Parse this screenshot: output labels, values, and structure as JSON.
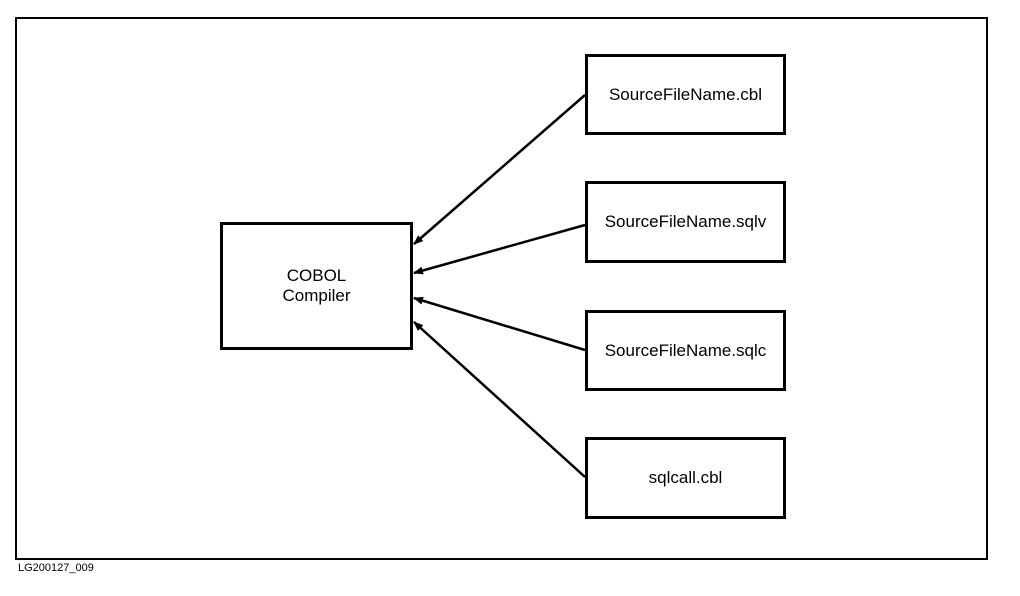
{
  "diagram": {
    "compiler": {
      "line1": "COBOL",
      "line2": "Compiler"
    },
    "sources": [
      {
        "label": "SourceFileName.cbl"
      },
      {
        "label": "SourceFileName.sqlv"
      },
      {
        "label": "SourceFileName.sqlc"
      },
      {
        "label": "sqlcall.cbl"
      }
    ],
    "edges": [
      {
        "from": "SourceFileName.cbl",
        "to": "COBOL Compiler"
      },
      {
        "from": "SourceFileName.sqlv",
        "to": "COBOL Compiler"
      },
      {
        "from": "SourceFileName.sqlc",
        "to": "COBOL Compiler"
      },
      {
        "from": "sqlcall.cbl",
        "to": "COBOL Compiler"
      }
    ],
    "figure_id": "LG200127_009",
    "colors": {
      "stroke": "#000000",
      "background": "#ffffff"
    }
  }
}
